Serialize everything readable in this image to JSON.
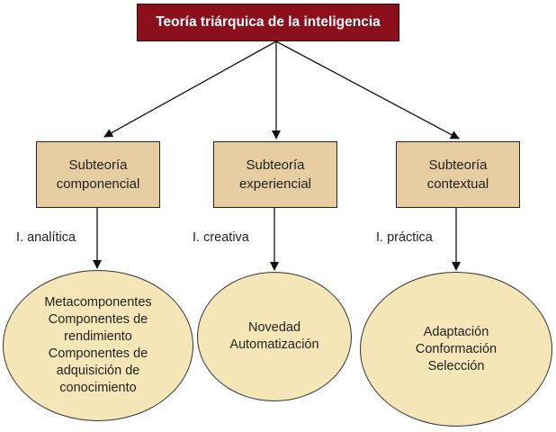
{
  "title": "Teoría triárquica de la inteligencia",
  "branches": [
    {
      "subtheory": [
        "Subteoría",
        "componencial"
      ],
      "intelligence": "I. analítica",
      "components": [
        "Metacomponentes",
        "Componentes de",
        "rendimiento",
        "Componentes de",
        "adquisición de",
        "conocimiento"
      ]
    },
    {
      "subtheory": [
        "Subteoría",
        "experiencial"
      ],
      "intelligence": "I. creativa",
      "components": [
        "Novedad",
        "Automatización"
      ]
    },
    {
      "subtheory": [
        "Subteoría",
        "contextual"
      ],
      "intelligence": "I. práctica",
      "components": [
        "Adaptación",
        "Conformación",
        "Selección"
      ]
    }
  ],
  "colors": {
    "title_fill": "#8b0f1c",
    "subtheory_fill": "#e6cea2",
    "ellipse_fill": "#f5e6b8"
  }
}
